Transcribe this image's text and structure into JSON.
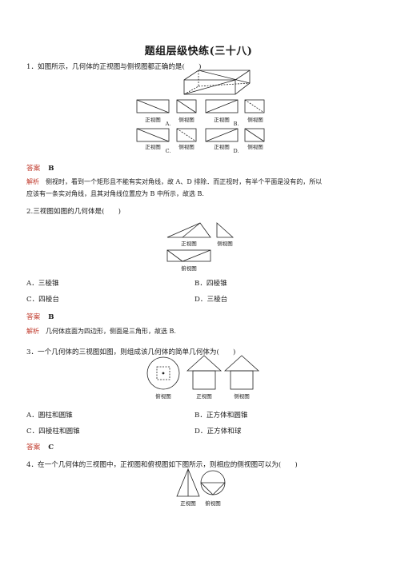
{
  "title": "题组层级快练(三十八)",
  "q1": {
    "text": "1．如图所示，几何体的正视图与侧视图都正确的是(　　)",
    "captions": {
      "a_front": "正视图",
      "a_side": "侧视图",
      "a_label": "A.",
      "b_front": "正视图",
      "b_side": "侧视图",
      "b_label": "B.",
      "c_front": "正视图",
      "c_side": "侧视图",
      "c_label": "C.",
      "d_front": "正视图",
      "d_side": "侧视图",
      "d_label": "D."
    },
    "answer_label": "答案",
    "answer": "B",
    "explain_label": "解析",
    "explain_1": "侧视时，看到一个矩形且不能有实对角线，故 A、D 排除．而正视时，有半个平面是没有的，所以",
    "explain_2": "应该有一条实对角线，且其对角线位置应为 B 中所示，故选 B."
  },
  "q2": {
    "text": "2.三视图如图的几何体是(　　)",
    "captions": {
      "front": "正视图",
      "side": "侧视图",
      "top": "俯视图"
    },
    "options": {
      "a": "A．三棱锥",
      "b": "B．四棱锥",
      "c": "C．四棱台",
      "d": "D．三棱台"
    },
    "answer_label": "答案",
    "answer": "B",
    "explain_label": "解析",
    "explain": "几何体底面为四边形，侧面是三角形，故选 B."
  },
  "q3": {
    "text": "3．一个几何体的三视图如图，则组成该几何体的简单几何体为(　　)",
    "captions": {
      "top": "俯视图",
      "front": "正视图",
      "side": "侧视图"
    },
    "options": {
      "a": "A．圆柱和圆锥",
      "b": "B．正方体和圆锥",
      "c": "C．四棱柱和圆锥",
      "d": "D．正方体和球"
    },
    "answer_label": "答案",
    "answer": "C"
  },
  "q4": {
    "text": "4．在一个几何体的三视图中，正视图和俯视图如下图所示，则相应的侧视图可以为(　　)",
    "captions": {
      "front": "正视图",
      "top": "俯视图"
    }
  }
}
